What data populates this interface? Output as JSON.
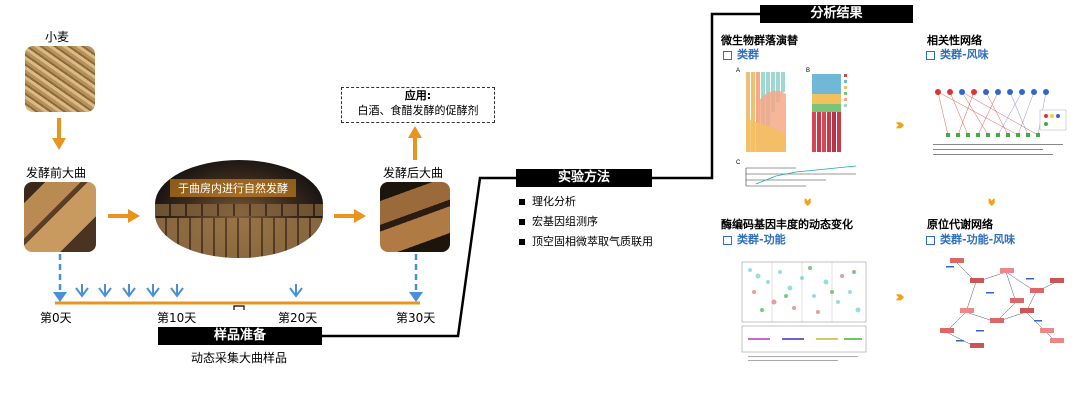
{
  "wheat_label": "小麦",
  "pre_label": "发酵前大曲",
  "post_label": "发酵后大曲",
  "center_caption": "于曲房内进行自然发酵",
  "application": {
    "title": "应用:",
    "text": "白酒、食醋发酵的促酵剂"
  },
  "days": [
    "第0天",
    "第10天",
    "第20天",
    "第30天"
  ],
  "sample_prep": {
    "title": "样品准备",
    "desc": "动态采集大曲样品"
  },
  "methods": {
    "title": "实验方法",
    "items": [
      "理化分析",
      "宏基因组测序",
      "顶空固相微萃取气质联用"
    ]
  },
  "results_title": "分析结果",
  "sections": [
    {
      "title": "微生物群落演替",
      "sub": "类群"
    },
    {
      "title": "相关性网络",
      "sub": "类群-风味"
    },
    {
      "title": "酶编码基因丰度的动态变化",
      "sub": "类群-功能"
    },
    {
      "title": "原位代谢网络",
      "sub": "类群-功能-风味"
    }
  ],
  "colors": {
    "orange": "#e8941f",
    "blue": "#4a90d9",
    "black": "#000000",
    "sub_blue": "#2f6fbf"
  }
}
